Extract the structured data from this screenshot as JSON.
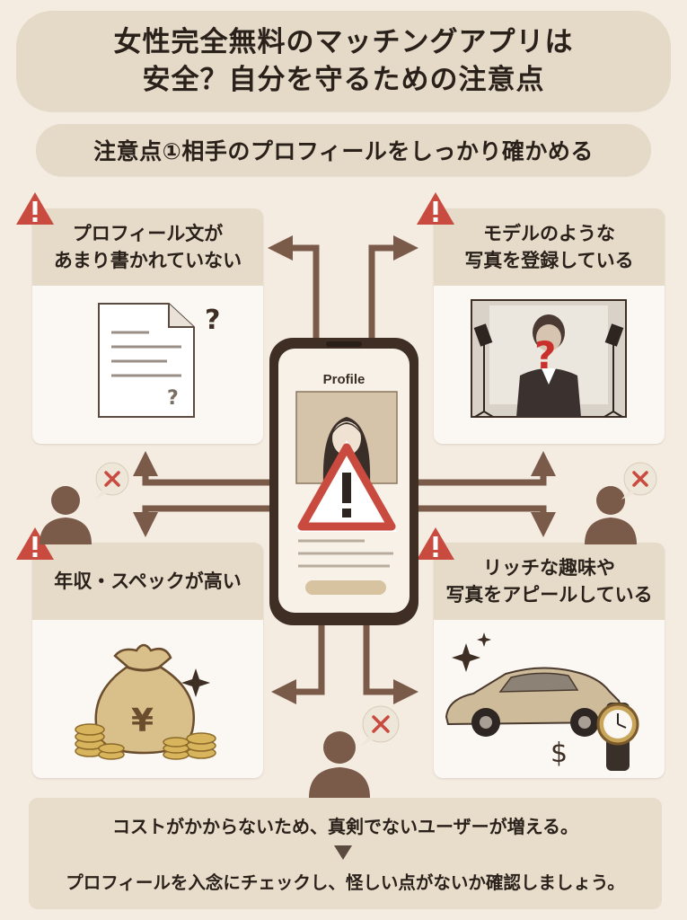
{
  "title": {
    "line1": "女性完全無料のマッチングアプリは",
    "line2": "安全？自分を守るための注意点"
  },
  "point_heading": "注意点①相手のプロフィールをしっかり確かめる",
  "cards": {
    "top_left": {
      "line1": "プロフィール文が",
      "line2": "あまり書かれていない",
      "icons": [
        "document-icon",
        "question-mark-icon"
      ]
    },
    "top_right": {
      "line1": "モデルのような",
      "line2": "写真を登録している",
      "icons": [
        "studio-photo-icon",
        "question-mark-icon"
      ]
    },
    "bottom_left": {
      "line1": "年収・スペックが高い",
      "icons": [
        "money-bag-icon",
        "yen-icon",
        "coin-stack-icon"
      ]
    },
    "bottom_right": {
      "line1": "リッチな趣味や",
      "line2": "写真をアピールしている",
      "icons": [
        "sports-car-icon",
        "wristwatch-icon",
        "dollar-icon"
      ]
    }
  },
  "phone": {
    "screen_title": "Profile",
    "icons": [
      "profile-photo-icon",
      "warning-icon"
    ]
  },
  "bottom": {
    "line1": "コストがかからないため、真剣でないユーザーが増える。",
    "line2": "プロフィールを入念にチェックし、怪しい点がないか確認しましょう。"
  },
  "colors": {
    "background": "#f4ece1",
    "banner": "#e5d9c7",
    "arrow": "#7a5a49",
    "warning_red": "#c94a3e",
    "person": "#7a5a49",
    "gold": "#c9a55c"
  }
}
